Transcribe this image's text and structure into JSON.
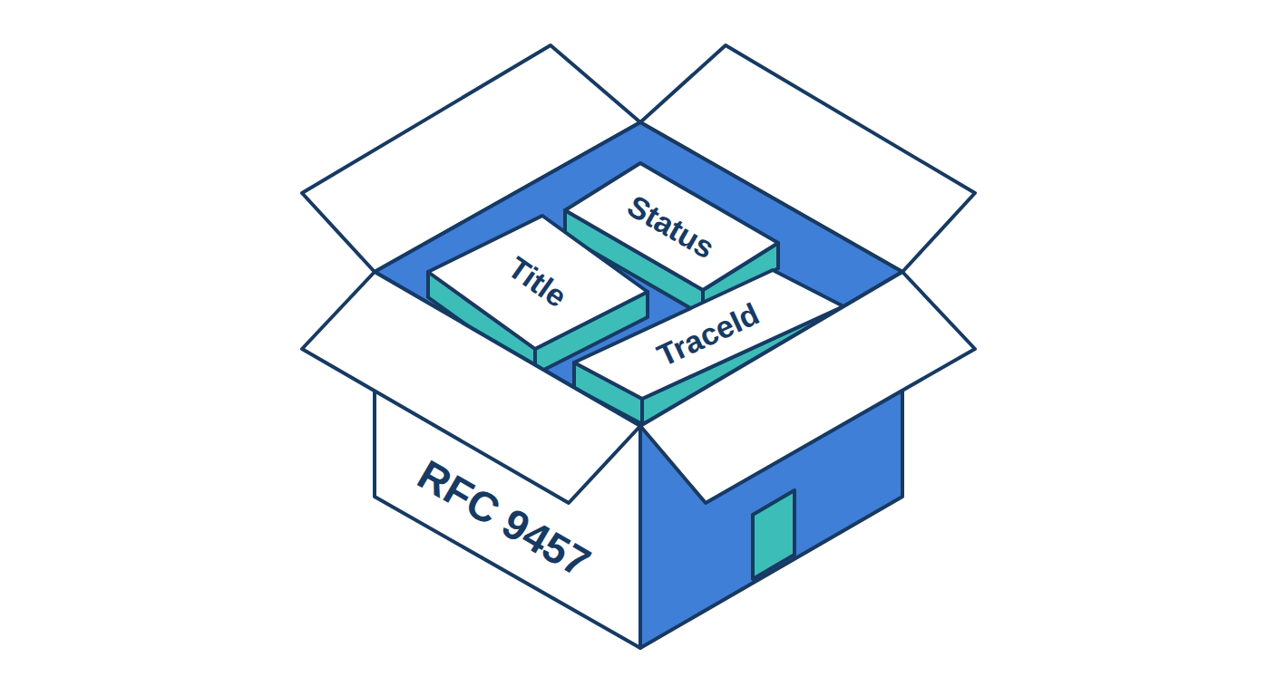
{
  "diagram": {
    "nodes": [
      {
        "text": [
          "RFC 9457"
        ]
      },
      {
        "text": [
          "Title"
        ],
        "in": 0
      },
      {
        "text": [
          "Status"
        ],
        "in": 0
      },
      {
        "text": [
          "TraceId"
        ],
        "in": 0
      }
    ]
  }
}
